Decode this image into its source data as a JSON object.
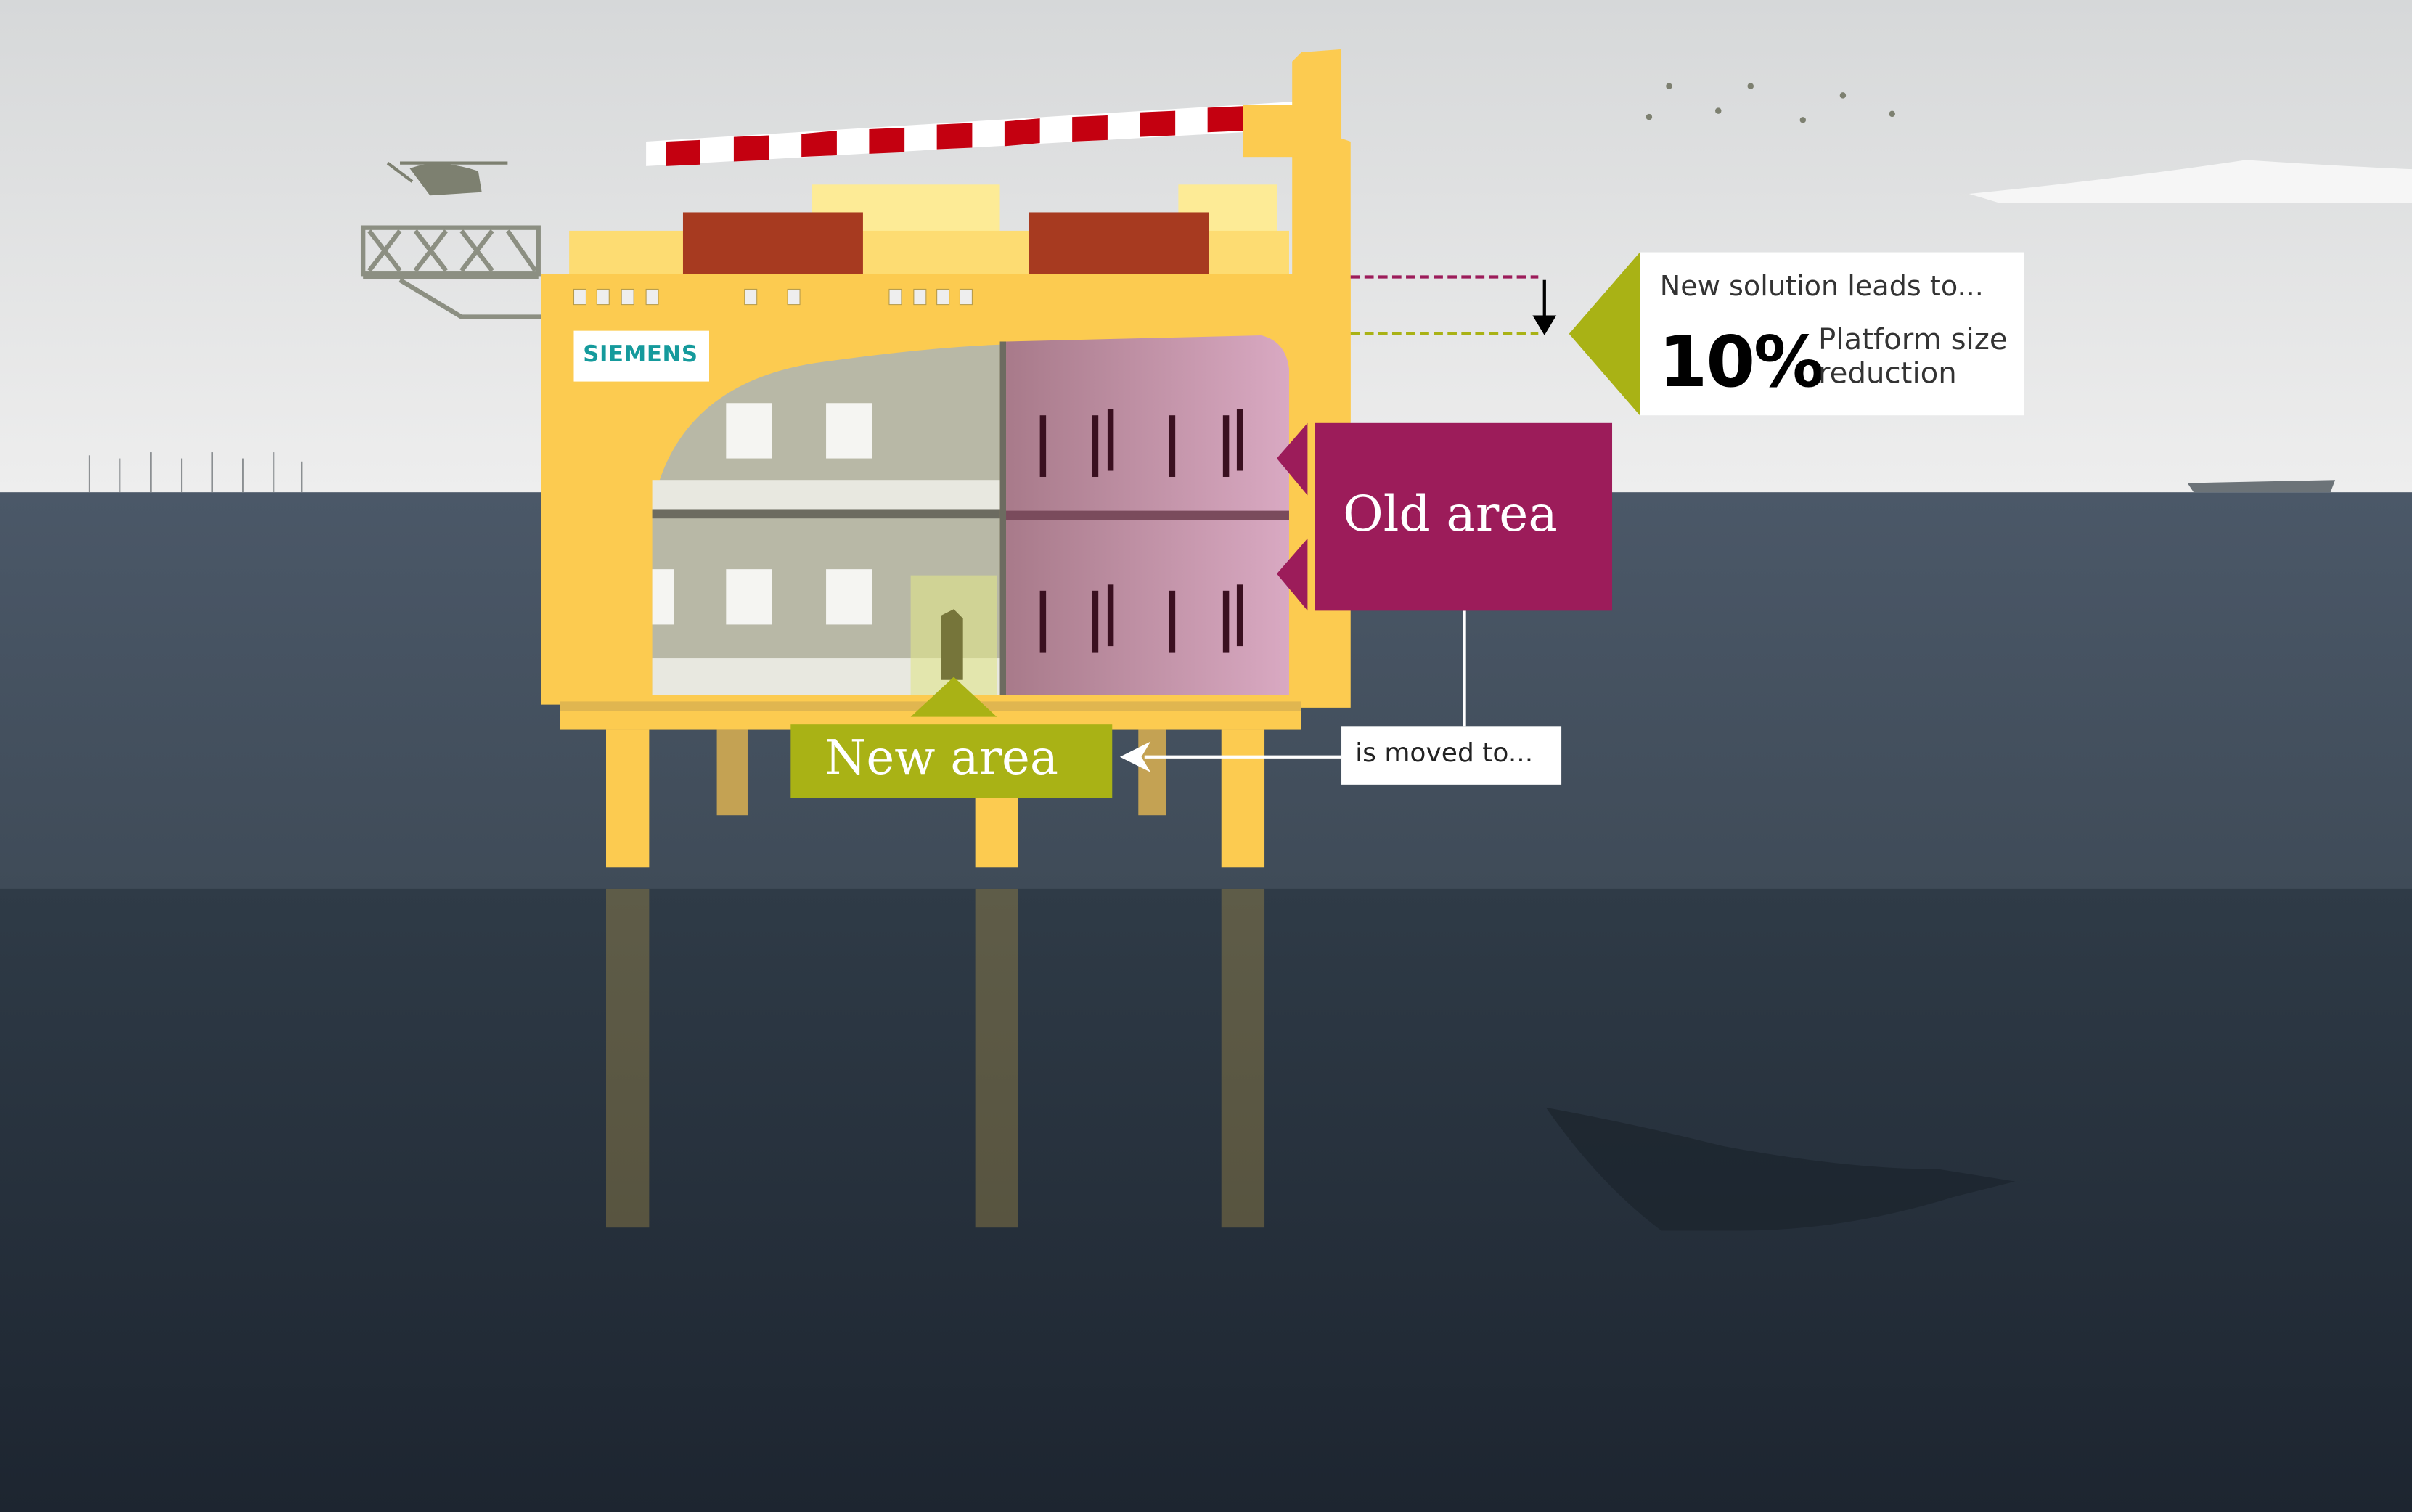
{
  "info": {
    "heading": "New solution leads to...",
    "percent": "10%",
    "description_line1": "Platform size",
    "description_line2": "reduction",
    "reduction_percent": 10
  },
  "old_area": {
    "label": "Old area"
  },
  "new_area": {
    "label": "New area"
  },
  "moved": {
    "label": "is moved to..."
  },
  "logo": {
    "text": "SIEMENS"
  },
  "colors": {
    "platform": "#fccb50",
    "old_area": "#9c1c5a",
    "new_area": "#a9b215",
    "sea": "#44515f",
    "deep_sea": "#222b36",
    "sky": "#e4e5e5"
  }
}
